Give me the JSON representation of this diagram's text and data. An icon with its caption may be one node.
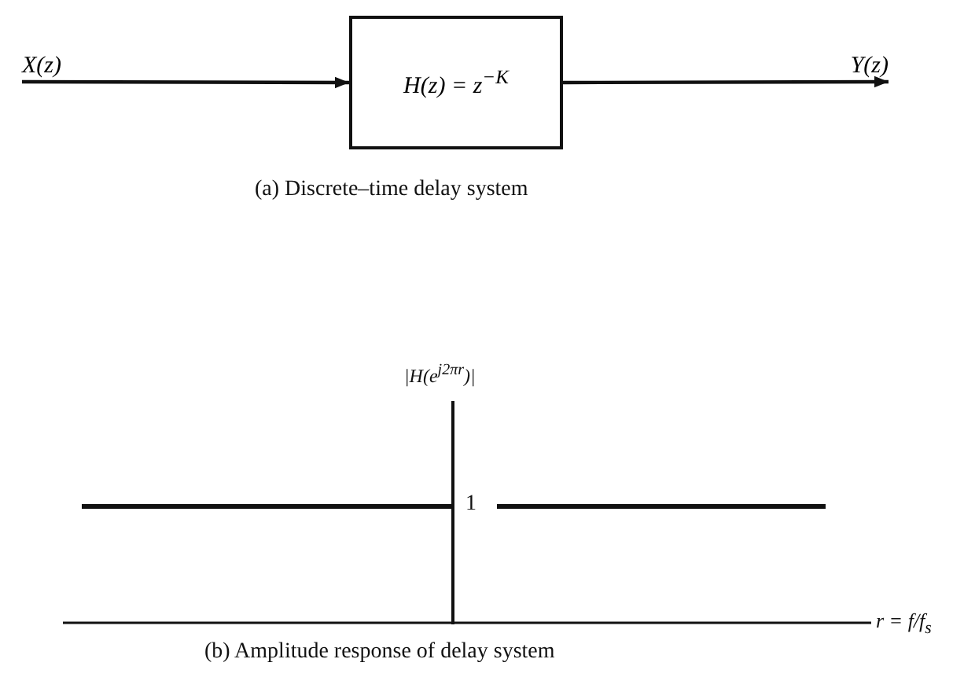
{
  "diagram": {
    "nodes": [
      {
        "text": [
          "X(z)"
        ]
      },
      {
        "text": [
          "H(z) = z$^{−K}$"
        ]
      },
      {
        "text": [
          "Y(z)"
        ]
      }
    ],
    "edges": [
      {
        "from": 0,
        "to": 1,
        "arrow": "to"
      },
      {
        "from": 1,
        "to": 2,
        "arrow": "to"
      }
    ],
    "labels": [
      "(a) Discrete–time delay system",
      "|H(e$^{j2πr}$)|",
      "1",
      "r = f/f$_{s}$",
      "(b) Amplitude response of delay system"
    ]
  }
}
